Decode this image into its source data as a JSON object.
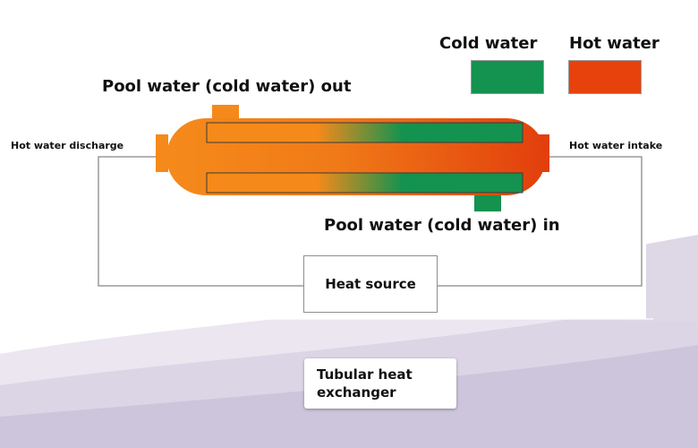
{
  "legend": {
    "cold_label": "Cold water",
    "hot_label": "Hot water",
    "cold_color": "#14924f",
    "hot_color": "#e8420c"
  },
  "labels": {
    "pool_out": "Pool water (cold water) out",
    "pool_in": "Pool water (cold water) in",
    "hot_discharge": "Hot water discharge",
    "hot_intake": "Hot water intake",
    "heat_source": "Heat source",
    "caption_line1": "Tubular heat",
    "caption_line2": "exchanger"
  },
  "colors": {
    "orange": "#f5891a",
    "red_orange": "#e8420c",
    "green": "#14924f"
  }
}
